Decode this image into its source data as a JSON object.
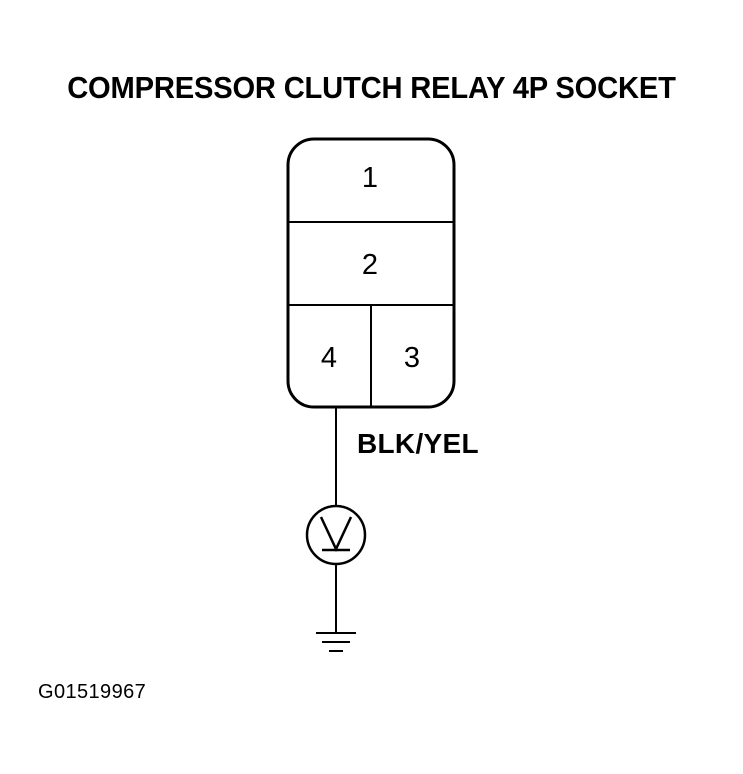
{
  "title": "COMPRESSOR CLUTCH RELAY 4P SOCKET",
  "connector": {
    "pins": [
      {
        "number": "1"
      },
      {
        "number": "2"
      },
      {
        "number": "4"
      },
      {
        "number": "3"
      }
    ]
  },
  "wire": {
    "color_label": "BLK/YEL"
  },
  "figure_id": "G01519967",
  "colors": {
    "line": "#000000",
    "background": "#ffffff"
  },
  "symbols": [
    "voltmeter-icon",
    "ground-icon"
  ]
}
